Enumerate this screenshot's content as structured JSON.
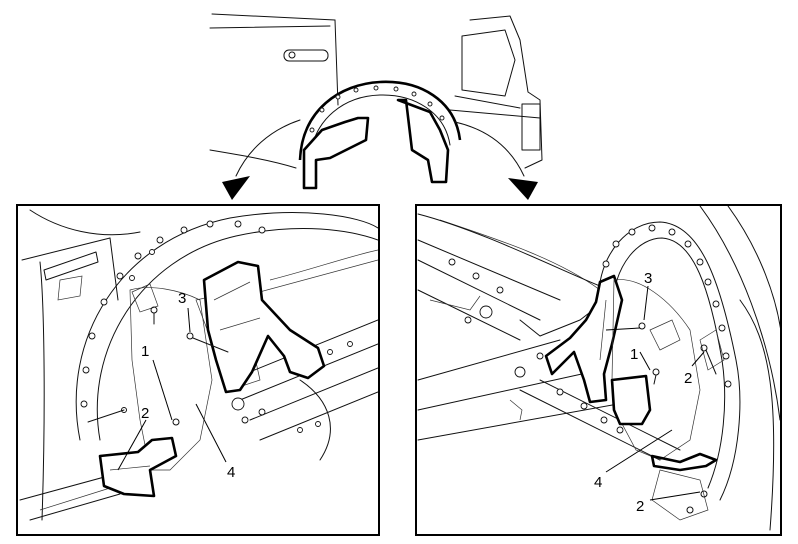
{
  "left_callouts": [
    {
      "id": "left-callout-1",
      "label": "1"
    },
    {
      "id": "left-callout-2",
      "label": "2"
    },
    {
      "id": "left-callout-3",
      "label": "3"
    },
    {
      "id": "left-callout-4",
      "label": "4"
    }
  ],
  "right_callouts": [
    {
      "id": "right-callout-1",
      "label": "1"
    },
    {
      "id": "right-callout-2a",
      "label": "2"
    },
    {
      "id": "right-callout-2b",
      "label": "2"
    },
    {
      "id": "right-callout-3",
      "label": "3"
    },
    {
      "id": "right-callout-4",
      "label": "4"
    }
  ]
}
